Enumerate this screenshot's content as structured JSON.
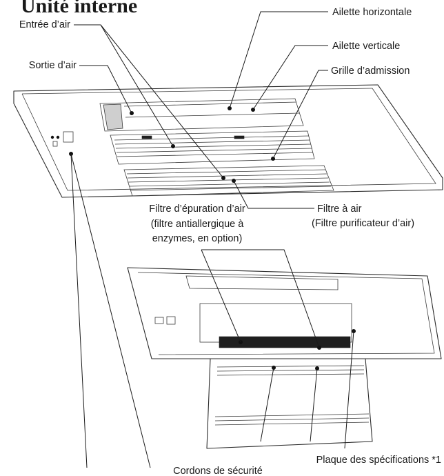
{
  "diagram": {
    "title": "Unité interne",
    "labels": {
      "air_inlet": "Entrée d’air",
      "air_outlet": "Sortie d’air",
      "horizontal_vane": "Ailette horizontale",
      "vertical_vane": "Ailette verticale",
      "intake_grille": "Grille d’admission",
      "air_filter_line1": "Filtre à air",
      "air_filter_line2": "(Filtre purificateur d’air)",
      "purifying_filter_line1": "Filtre d’épuration d’air",
      "purifying_filter_line2": "(filtre antiallergique à",
      "purifying_filter_line3": "enzymes, en option)",
      "safety_cords": "Cordons de sécurité",
      "spec_plate": "Plaque des spécifications *1"
    }
  }
}
